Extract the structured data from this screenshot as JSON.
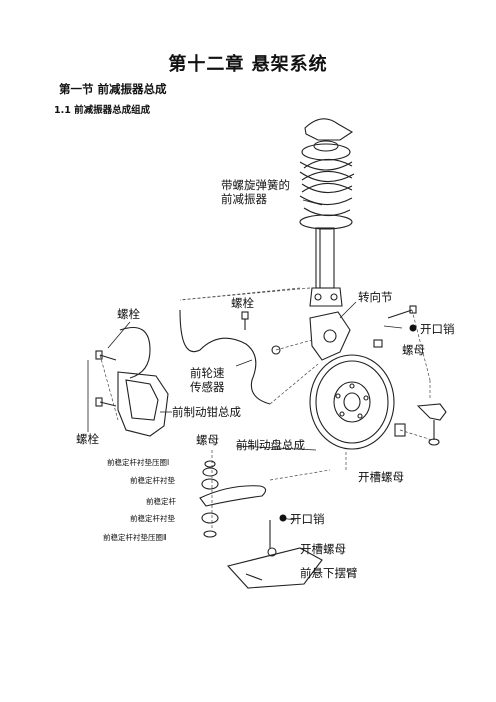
{
  "document": {
    "chapter_title": "第十二章 悬架系统",
    "section_title": "第一节 前减振器总成",
    "subsection_title": "1.1 前减振器总成组成"
  },
  "diagram": {
    "labels": {
      "strut_with_spring_line1": "带螺旋弹簧的",
      "strut_with_spring_line2": "前减振器",
      "bolt_upper_left": "螺栓",
      "bolt_top_center": "螺栓",
      "steering_knuckle": "转向节",
      "cotter_pin_upper": "开口销",
      "nut_right": "螺母",
      "wheel_speed_sensor_line1": "前轮速",
      "wheel_speed_sensor_line2": "传感器",
      "brake_caliper": "前制动钳总成",
      "bolt_lower_left": "螺栓",
      "nut_center": "螺母",
      "brake_disc": "前制动盘总成",
      "stabilizer_retainer_1": "前稳定杆衬垫压圈Ⅰ",
      "stabilizer_bushing_upper": "前稳定杆衬垫",
      "stabilizer_link": "前稳定杆",
      "stabilizer_bushing_lower": "前稳定杆衬垫",
      "stabilizer_retainer_2": "前稳定杆衬垫压圈Ⅱ",
      "castle_nut_right": "开槽螺母",
      "cotter_pin_lower": "开口销",
      "castle_nut_lower": "开槽螺母",
      "lower_arm": "前悬下摆臂"
    }
  }
}
